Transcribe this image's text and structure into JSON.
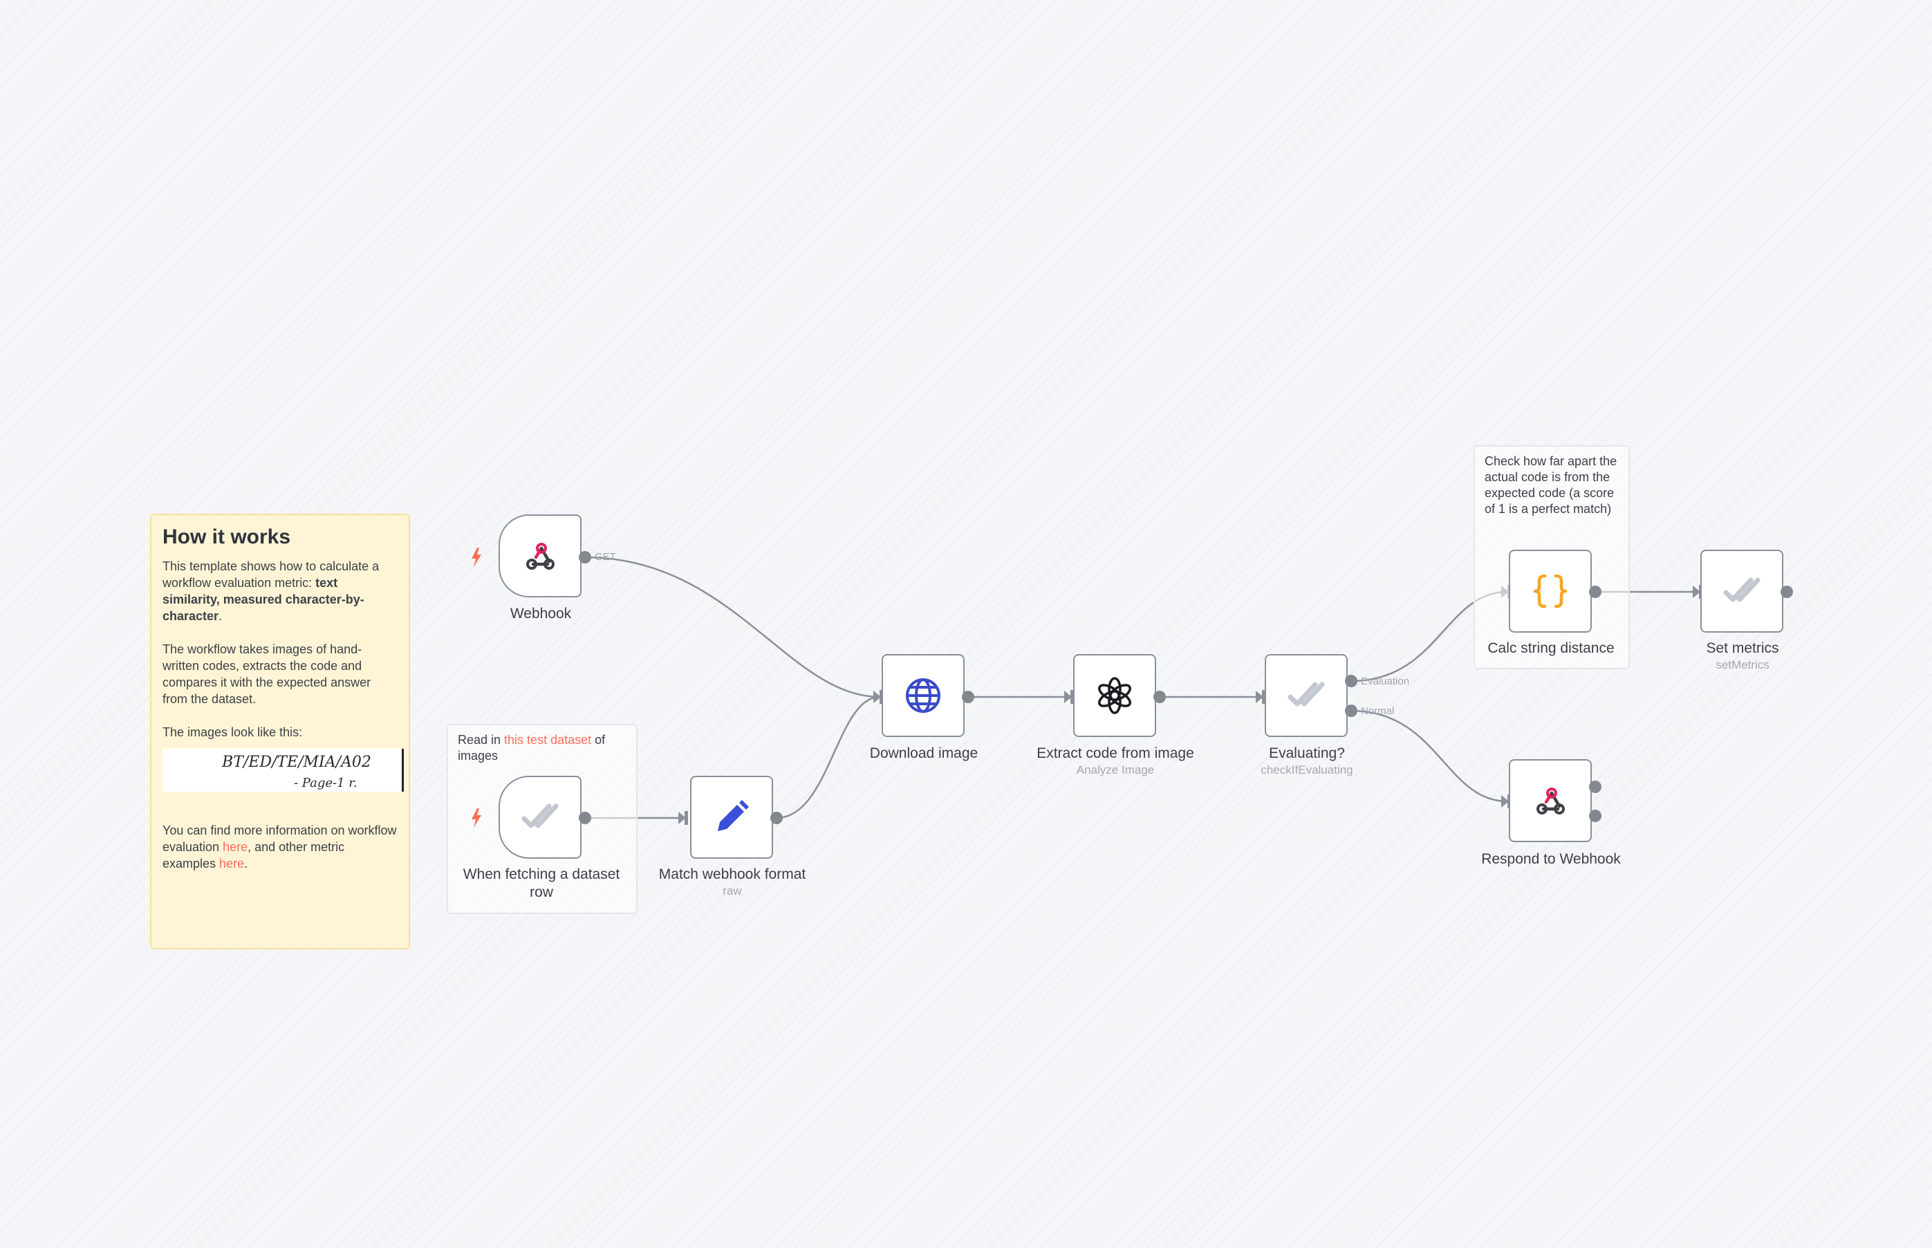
{
  "sticky_how": {
    "title": "How it works",
    "p1_pre": "This template shows how to calculate a workflow evaluation metric: ",
    "p1_bold": "text similarity, measured character-by-character",
    "p1_post": ".",
    "p2": "The workflow takes images of hand-written codes, extracts the code and compares it with the expected answer from the dataset.",
    "p3": "The images look like this:",
    "image_line1": "BT/ED/TE/MIA/A02",
    "image_line2": "- Page-1 r.",
    "p4_pre": "You can find more information on workflow evaluation ",
    "p4_link1": "here",
    "p4_mid": ", and other metric examples ",
    "p4_link2": "here",
    "p4_post": "."
  },
  "sticky_dataset": {
    "pre": "Read in ",
    "link": "this test dataset",
    "post": " of images"
  },
  "sticky_calc": {
    "text": "Check how far apart the actual code is from the expected code (a score of 1 is a perfect match)"
  },
  "nodes": {
    "webhook": {
      "label": "Webhook",
      "port_label": "GET",
      "icon": "webhook-icon"
    },
    "dataset_trigger": {
      "label": "When fetching a dataset row",
      "icon": "check-icon"
    },
    "match_format": {
      "label": "Match webhook format",
      "sub": "raw",
      "icon": "pencil-icon"
    },
    "download_image": {
      "label": "Download image",
      "icon": "globe-icon"
    },
    "extract_code": {
      "label": "Extract code from image",
      "sub": "Analyze Image",
      "icon": "openai-icon"
    },
    "evaluating": {
      "label": "Evaluating?",
      "sub": "checkIfEvaluating",
      "port_eval": "Evaluation",
      "port_normal": "Normal",
      "icon": "check-icon"
    },
    "calc_distance": {
      "label": "Calc string distance",
      "icon": "code-braces-icon"
    },
    "set_metrics": {
      "label": "Set metrics",
      "sub": "setMetrics",
      "icon": "check-icon"
    },
    "respond": {
      "label": "Respond to Webhook",
      "icon": "webhook-icon"
    }
  },
  "colors": {
    "accent": "#ff6d5a",
    "node_border": "#8a8f9a",
    "edge": "#8a8f9a",
    "webhook_red": "#e1245a",
    "pencil_blue": "#3b4fd8",
    "globe_blue": "#3a4bc9",
    "braces_orange": "#f5a623",
    "check_gray": "#c3c7cf",
    "sticky_yellow": "#fff5d6"
  }
}
